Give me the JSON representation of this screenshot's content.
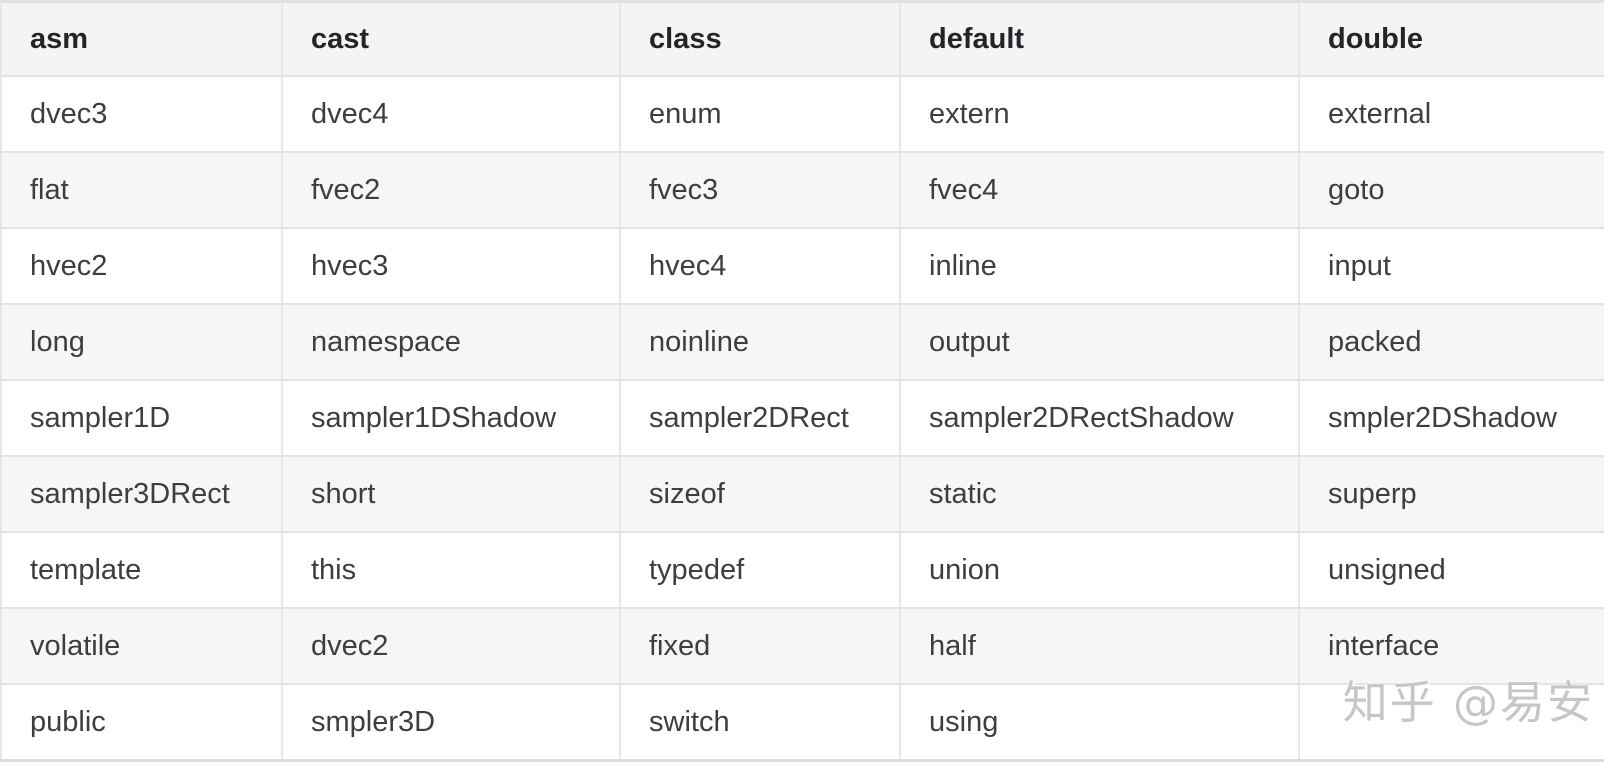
{
  "table": {
    "headers": [
      "asm",
      "cast",
      "class",
      "default",
      "double"
    ],
    "rows": [
      [
        "dvec3",
        "dvec4",
        "enum",
        "extern",
        "external"
      ],
      [
        "flat",
        "fvec2",
        "fvec3",
        "fvec4",
        "goto"
      ],
      [
        "hvec2",
        "hvec3",
        "hvec4",
        "inline",
        "input"
      ],
      [
        "long",
        "namespace",
        "noinline",
        "output",
        "packed"
      ],
      [
        "sampler1D",
        "sampler1DShadow",
        "sampler2DRect",
        "sampler2DRectShadow",
        "smpler2DShadow"
      ],
      [
        "sampler3DRect",
        "short",
        "sizeof",
        "static",
        "superp"
      ],
      [
        "template",
        "this",
        "typedef",
        "union",
        "unsigned"
      ],
      [
        "volatile",
        "dvec2",
        "fixed",
        "half",
        "interface"
      ],
      [
        "public",
        "smpler3D",
        "switch",
        "using",
        ""
      ]
    ]
  },
  "watermark": {
    "text": "知乎 @易安"
  },
  "colors": {
    "header_background": "#f4f4f5",
    "stripe_background": "#f6f6f7",
    "row_background": "#ffffff",
    "border": "#e3e3e5",
    "header_text": "#242428",
    "body_text": "#3e3e42",
    "watermark_text": "#c6c6c8"
  }
}
